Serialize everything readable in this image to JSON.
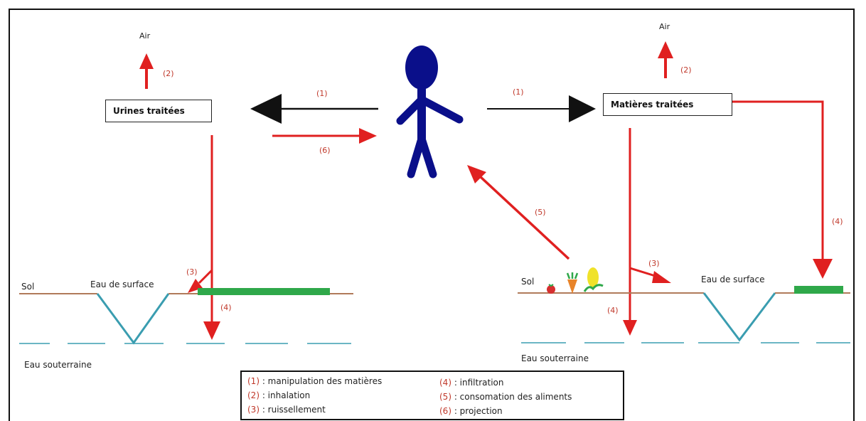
{
  "labels": {
    "air_left": "Air",
    "air_right": "Air",
    "box_left": "Urines traitées",
    "box_right": "Matières traitées",
    "sol_left": "Sol",
    "sol_right": "Sol",
    "surface_left": "Eau de surface",
    "surface_right": "Eau de surface",
    "ground_left": "Eau souterraine",
    "ground_right": "Eau souterraine"
  },
  "arrow_numbers": {
    "n1_left": "(1)",
    "n1_right": "(1)",
    "n2_left": "(2)",
    "n2_right": "(2)",
    "n6": "(6)",
    "n5": "(5)",
    "n4_right_edge": "(4)",
    "n3_left": "(3)",
    "n4_left": "(4)",
    "n3_right": "(3)",
    "n4_right": "(4)"
  },
  "legend": [
    {
      "num": "(1)",
      "text": " : manipulation des matières"
    },
    {
      "num": "(2)",
      "text": " : inhalation"
    },
    {
      "num": "(3)",
      "text": " : ruissellement"
    },
    {
      "num": "(4)",
      "text": " : infiltration"
    },
    {
      "num": "(5)",
      "text": " : consomation des aliments"
    },
    {
      "num": "(6)",
      "text": " : projection"
    }
  ],
  "colors": {
    "arrow_red": "#e02020",
    "person_blue": "#0a0f8a",
    "soil": "#b07a5a",
    "ditch": "#3a9db0",
    "water_green": "#2fa84a",
    "groundwater": "#3a9db0"
  }
}
